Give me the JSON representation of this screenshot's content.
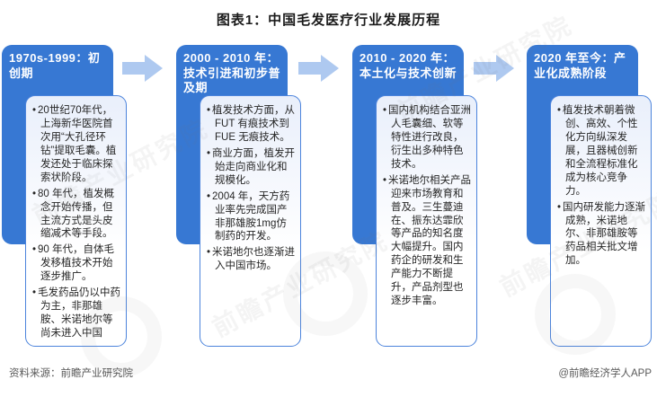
{
  "title": "图表1：中国毛发医疗行业发展历程",
  "stages": [
    {
      "header": "1970s-1999：初创期",
      "bullets": [
        "20世纪70年代，上海新华医院首次用“大孔径环钻”提取毛囊。植发还处于临床探索状阶段。",
        "80 年代，植发概念开始传播，但主流方式是头皮缩减术等手段。",
        "90 年代，自体毛发移植技术开始逐步推广。",
        "毛发药品仍以中药为主，非那雄胺、米诺地尔等尚未进入中国"
      ]
    },
    {
      "header": "2000 - 2010 年：技术引进和初步普及期",
      "bullets": [
        "植发技术方面，从FUT 有痕技术到FUE 无痕技术。",
        "商业方面，植发开始走向商业化和规模化。",
        "2004 年，天方药业率先完成国产非那雄胺1mg仿制药的开发。",
        "米诺地尔也逐渐进入中国市场。"
      ]
    },
    {
      "header": "2010 - 2020 年：本土化与技术创新",
      "bullets": [
        "国内机构结合亚洲人毛囊细、软等特性进行改良，衍生出多种特色技术。",
        "米诺地尔相关产品迎来市场教育和普及。三生蔓迪在、振东达霏欣等产品的知名度大幅提升。国内药企的研发和生产能力不断提升，产品剂型也逐步丰富。"
      ]
    },
    {
      "header": "2020 年至今：产业化成熟阶段",
      "bullets": [
        "植发技术朝着微创、高效、个性化方向纵深发展，且器械创新和全流程标准化成为核心竞争力。",
        "国内研发能力逐渐成熟，米诺地尔、非那雄胺等药品相关批文增加。"
      ]
    }
  ],
  "footer": {
    "source": "资料来源：前瞻产业研究院",
    "credit": "@前瞻经济学人APP"
  },
  "watermark": {
    "text": "前瞻产业研究院"
  },
  "colors": {
    "stage_blue": "#3778d3",
    "arrow_blue": "#aec9f0",
    "card_border": "#4c84dc",
    "footer_gray": "#595959"
  }
}
